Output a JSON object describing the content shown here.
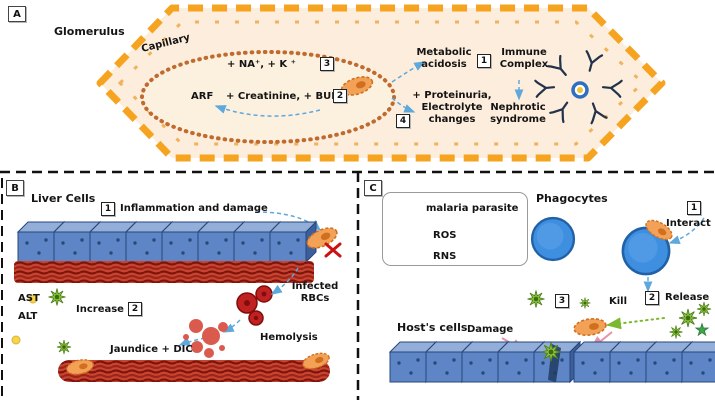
{
  "a": {
    "panel_label": "A",
    "title": "Glomerulus",
    "capillary": "Capillary",
    "na_k": "+ NA⁺, + K ⁺",
    "step3": "3",
    "arf": "ARF",
    "creatinine_bun": "+ Creatinine, + BUN",
    "step2": "2",
    "metabolic_acidosis": "Metabolic acidosis",
    "step1": "1",
    "immune_complex": "Immune Complex",
    "step4": "4",
    "proteinuria": "+ Proteinuria, Electrolyte changes",
    "nephrotic_syndrome": "Nephrotic syndrome"
  },
  "b": {
    "panel_label": "B",
    "liver_cells": "Liver Cells",
    "step1": "1",
    "inflammation": "Inflammation and damage",
    "ast": "AST",
    "alt": "ALT",
    "increase": "Increase",
    "step2": "2",
    "infected_rbcs": "Infected RBCs",
    "hemolysis": "Hemolysis",
    "jaundice_dic": "Jaundice + DIC"
  },
  "c": {
    "panel_label": "C",
    "legend": {
      "malaria_parasite": "malaria parasite",
      "ros": "ROS",
      "rns": "RNS"
    },
    "phagocytes": "Phagocytes",
    "step1": "1",
    "interact": "Interact",
    "step2": "2",
    "release": "Release",
    "step3": "3",
    "kill": "Kill",
    "damage": "Damage",
    "hosts_cells": "Host's cells"
  },
  "colors": {
    "glomerulus_border": "#F6A41F",
    "glomerulus_fill": "#FCEDDC",
    "capillary_stroke": "#C06A2F",
    "parasite_fill": "#F2A157",
    "parasite_stroke": "#D0701F",
    "cell_blue": "#5E86C6",
    "tissue_red": "#C84531",
    "ros_green": "#8DC63F",
    "phagocyte_blue": "#3F8FE0",
    "arrow_blue": "#5FA8DC"
  }
}
